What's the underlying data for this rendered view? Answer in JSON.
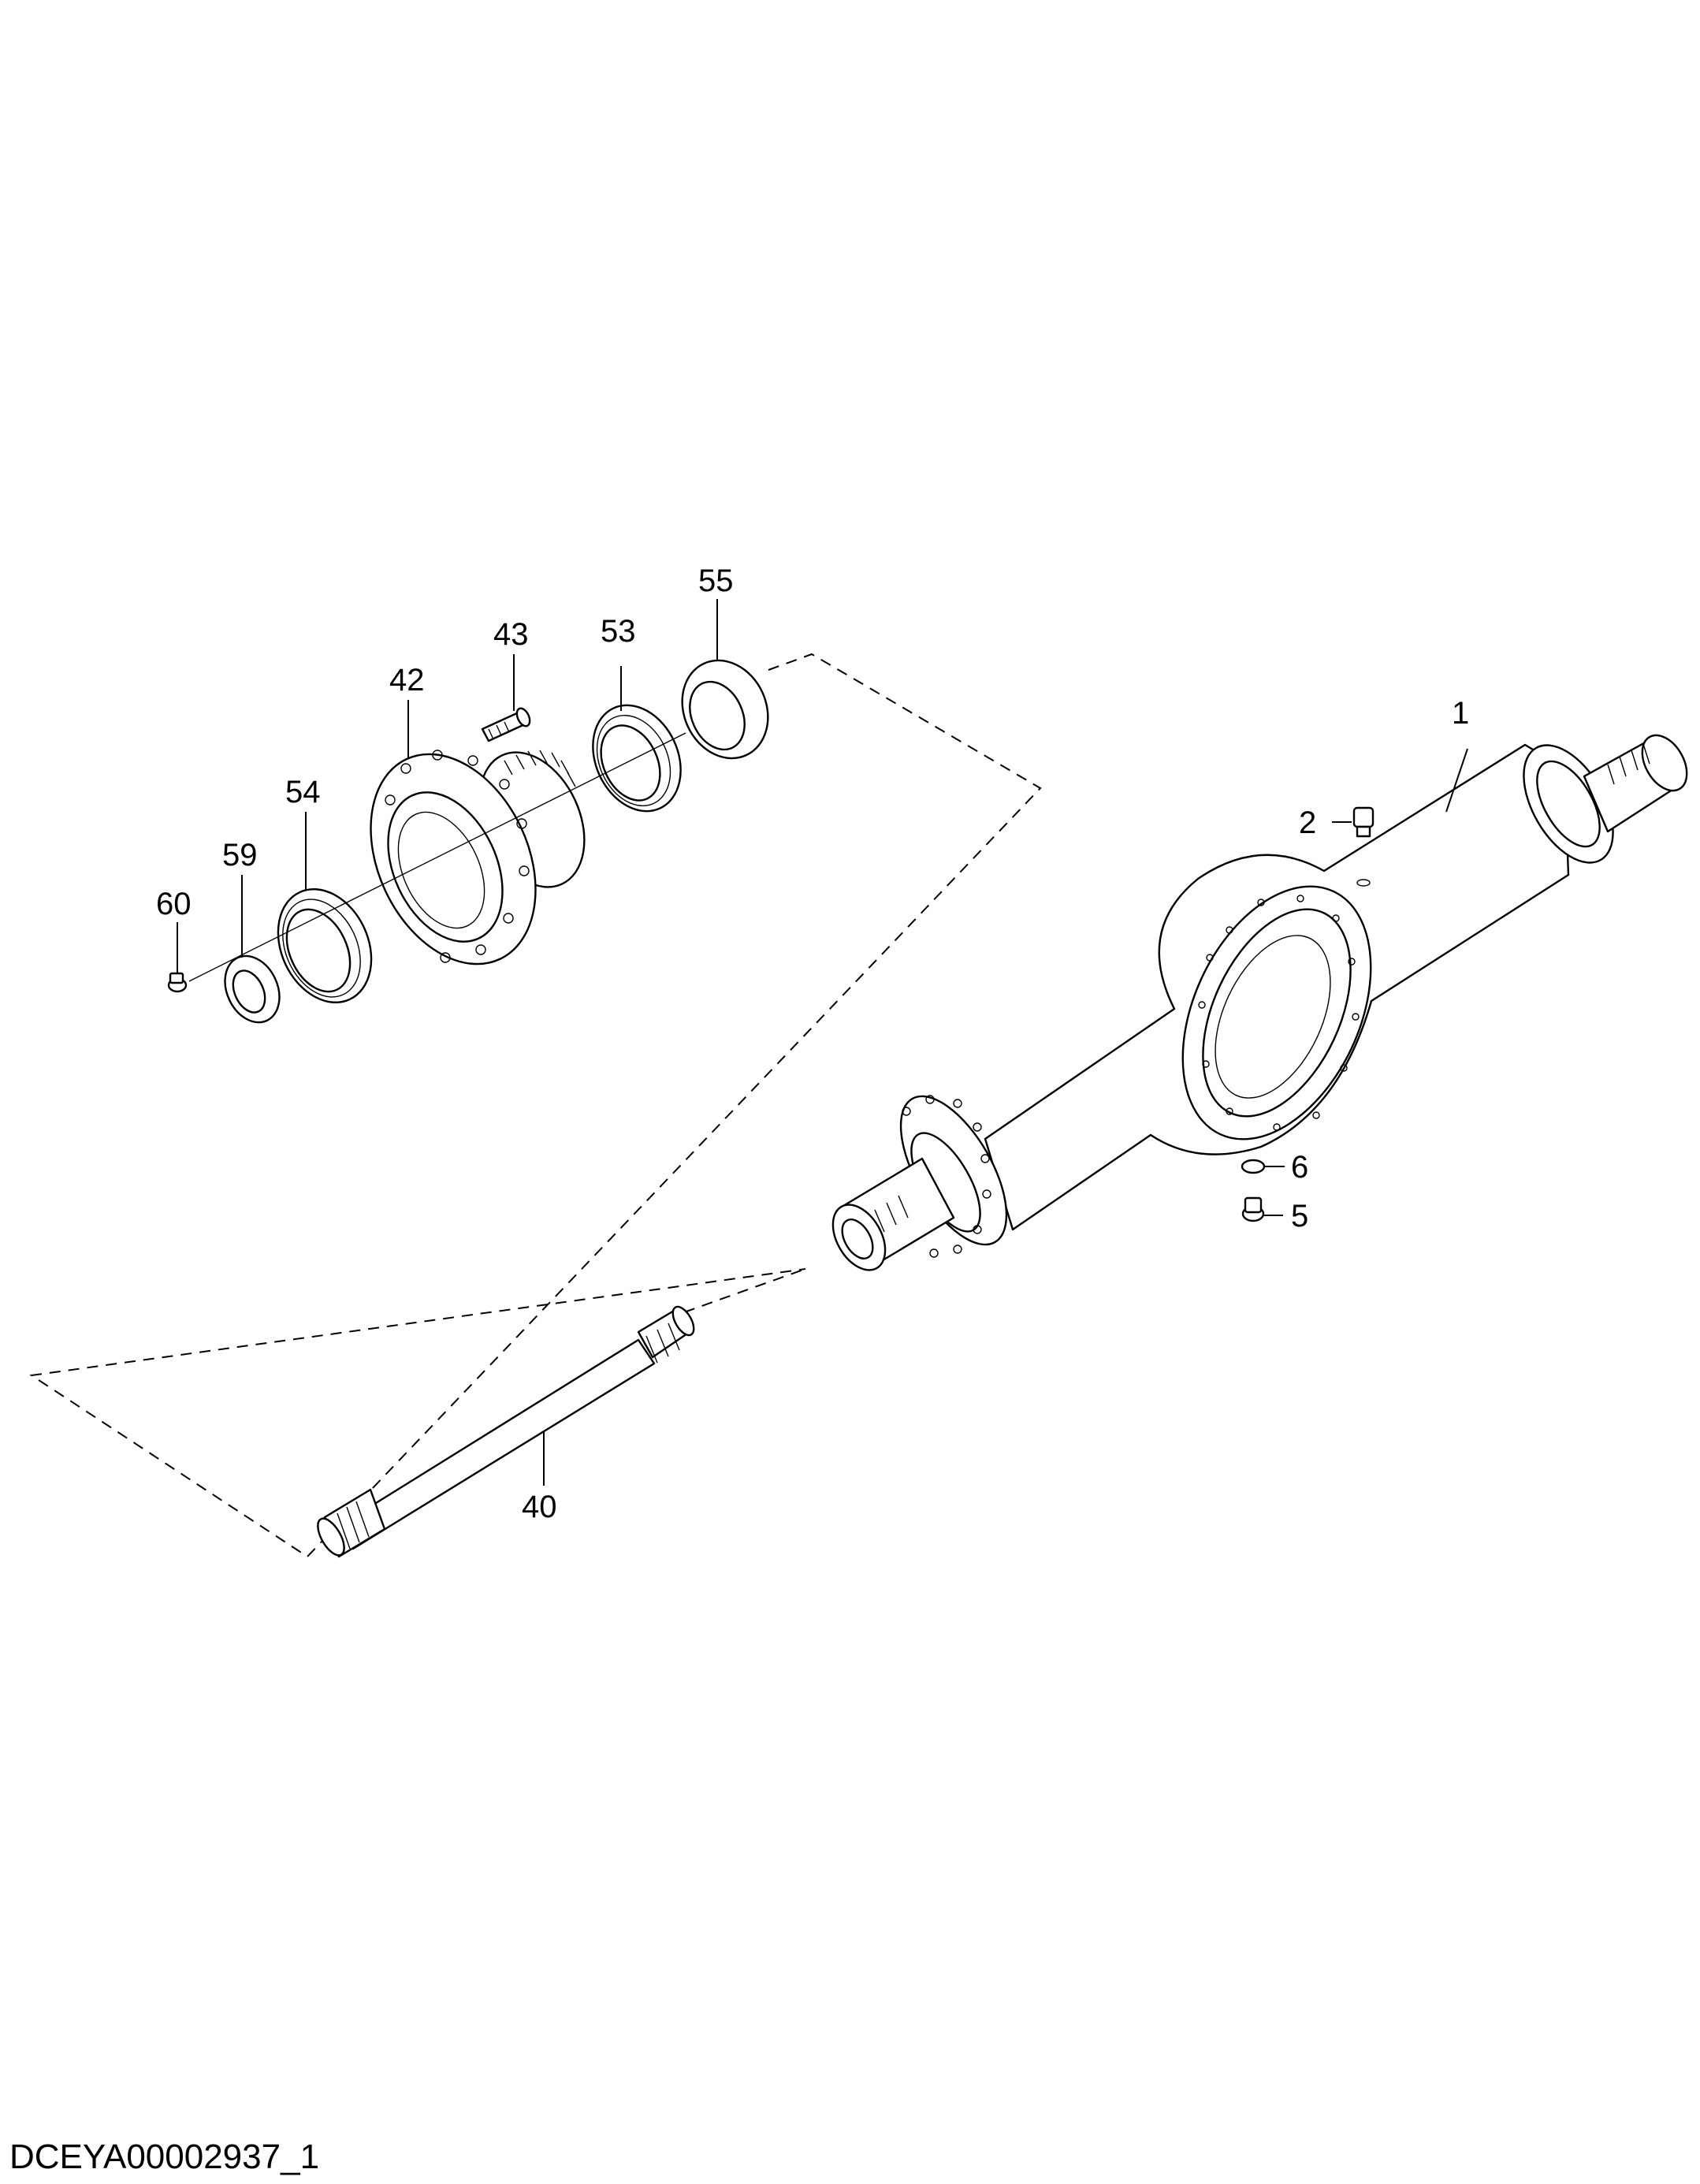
{
  "diagram": {
    "part_numbers": {
      "p1": "1",
      "p2": "2",
      "p5": "5",
      "p6": "6",
      "p40": "40",
      "p42": "42",
      "p43": "43",
      "p53": "53",
      "p54": "54",
      "p55": "55",
      "p59": "59",
      "p60": "60"
    },
    "reference_code": "DCEYA00002937_1"
  }
}
